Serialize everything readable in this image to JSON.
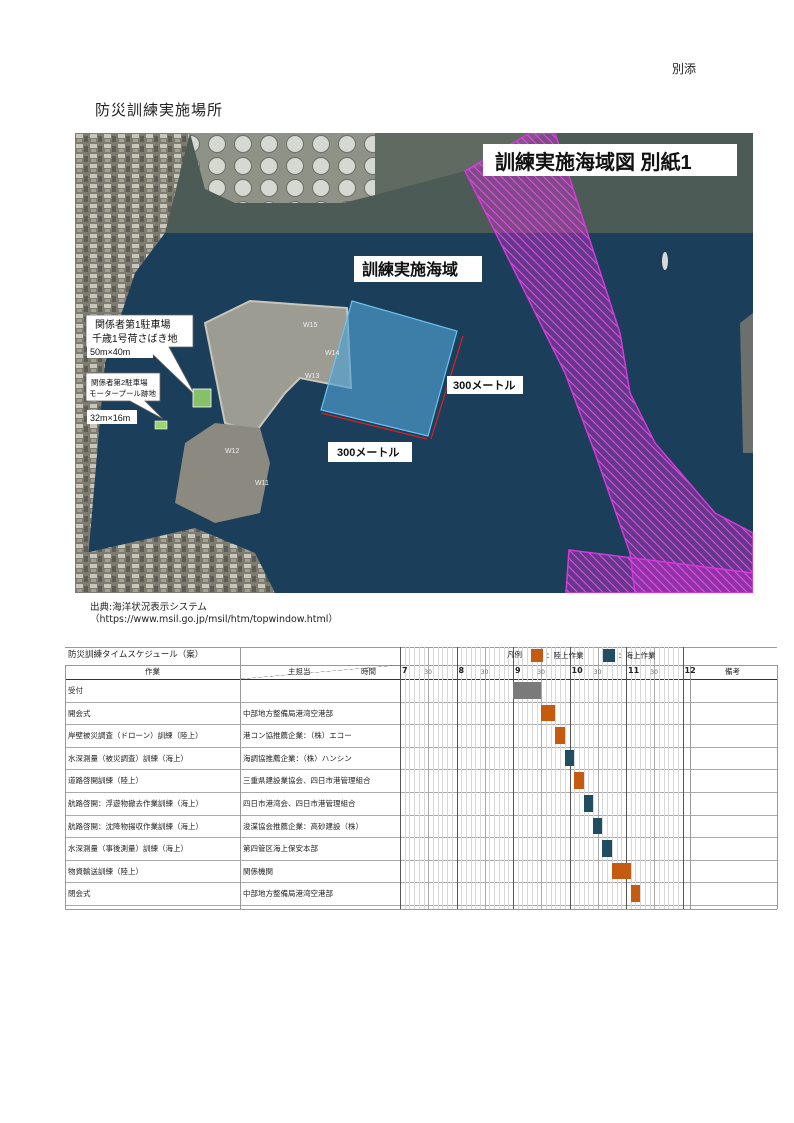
{
  "header": {
    "attachment": "別添",
    "title": "防災訓練実施場所"
  },
  "map": {
    "banner": "訓練実施海域図  別紙1",
    "area_label": "訓練実施海域",
    "parking1": [
      "関係者第1駐車場",
      "千歳1号荷さばき地"
    ],
    "parking1_size": "50m×40m",
    "parking2": [
      "関係者第2駐車場",
      "モータープール跡地"
    ],
    "parking2_size": "32m×16m",
    "dim_right": "300メートル",
    "dim_bottom": "300メートル",
    "berth_labels": [
      "W15",
      "W14",
      "W13",
      "W12",
      "W11"
    ]
  },
  "source": {
    "line1": "出典:海洋状況表示システム",
    "line2": "（https://www.msil.go.jp/msil/htm/topwindow.html）"
  },
  "schedule": {
    "title": "防災訓練タイムスケジュール（案）",
    "legend_label": "凡例",
    "legend": [
      {
        "label": "：陸上作業",
        "color": "#c55a11"
      },
      {
        "label": "：海上作業",
        "color": "#1f4e60"
      }
    ],
    "head_task": "作業",
    "head_person": "主担当",
    "head_time": "時間",
    "head_note": "備考",
    "hours": [
      "7",
      "8",
      "9",
      "10",
      "11",
      "12"
    ],
    "half_label": "30",
    "rows": [
      {
        "task": "受付",
        "person": "",
        "start": 9.0,
        "end": 9.5,
        "kind": "reception"
      },
      {
        "task": "開会式",
        "person": "中部地方整備局港湾空港部",
        "start": 9.5,
        "end": 9.75,
        "kind": "land"
      },
      {
        "task": "岸壁被災調査（ドローン）訓練（陸上）",
        "person": "港コン協推薦企業：（株）エコー",
        "start": 9.75,
        "end": 9.92,
        "kind": "land"
      },
      {
        "task": "水深測量（被災調査）訓練（海上）",
        "person": "海調協推薦企業：（株）ハンシン",
        "start": 9.92,
        "end": 10.08,
        "kind": "sea"
      },
      {
        "task": "道路啓開訓練（陸上）",
        "person": "三重県建設業協会、四日市港管理組合",
        "start": 10.08,
        "end": 10.25,
        "kind": "land"
      },
      {
        "task": "航路啓開：浮遊物撤去作業訓練（海上）",
        "person": "四日市港湾会、四日市港管理組合",
        "start": 10.25,
        "end": 10.42,
        "kind": "sea"
      },
      {
        "task": "航路啓開：沈降物揚収作業訓練（海上）",
        "person": "浚渫協会推薦企業：高砂建設（株）",
        "start": 10.42,
        "end": 10.58,
        "kind": "sea"
      },
      {
        "task": "水深測量（事後測量）訓練（海上）",
        "person": "第四管区海上保安本部",
        "start": 10.58,
        "end": 10.75,
        "kind": "sea"
      },
      {
        "task": "物資輸送訓練（陸上）",
        "person": "関係機関",
        "start": 10.75,
        "end": 11.08,
        "kind": "land"
      },
      {
        "task": "閉会式",
        "person": "中部地方整備局港湾空港部",
        "start": 11.08,
        "end": 11.25,
        "kind": "land"
      }
    ]
  }
}
